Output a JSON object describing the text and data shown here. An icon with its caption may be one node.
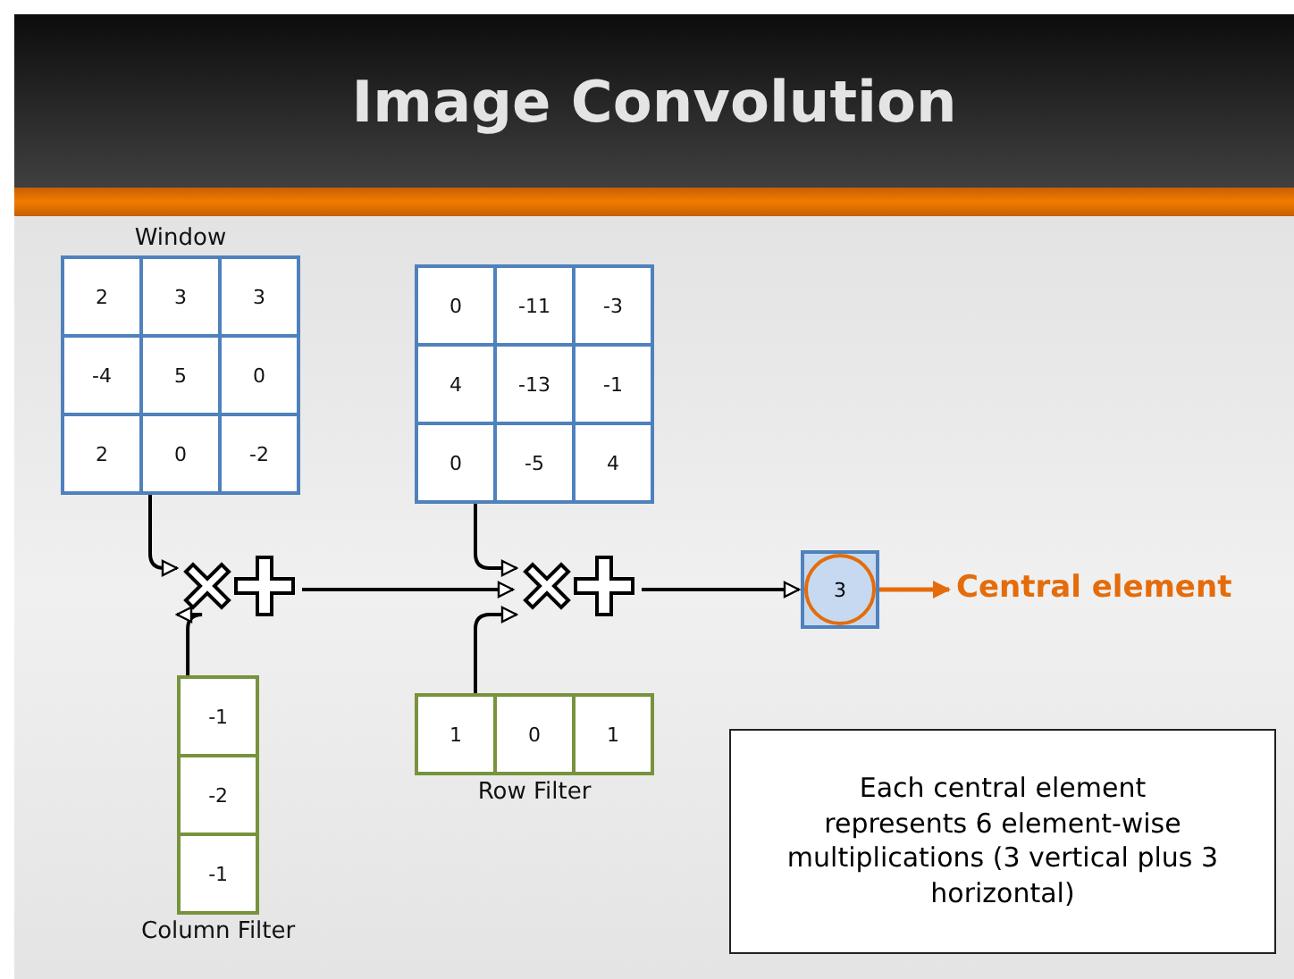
{
  "diagram": {
    "title": "Image Convolution",
    "nodes": [
      {
        "text": [
          "Window"
        ]
      },
      {
        "text": [
          "2"
        ],
        "in": 0
      },
      {
        "text": [
          "3"
        ],
        "in": 0
      },
      {
        "text": [
          "3"
        ],
        "in": 0
      },
      {
        "text": [
          "-4"
        ],
        "in": 0
      },
      {
        "text": [
          "5"
        ],
        "in": 0
      },
      {
        "text": [
          "0"
        ],
        "in": 0
      },
      {
        "text": [
          "2"
        ],
        "in": 0
      },
      {
        "text": [
          "0"
        ],
        "in": 0
      },
      {
        "text": [
          "-2"
        ],
        "in": 0
      },
      {
        "text": [],
        "shape": "box"
      },
      {
        "text": [
          "0"
        ],
        "in": 10
      },
      {
        "text": [
          "-11"
        ],
        "in": 10
      },
      {
        "text": [
          "-3"
        ],
        "in": 10
      },
      {
        "text": [
          "4"
        ],
        "in": 10
      },
      {
        "text": [
          "-13"
        ],
        "in": 10
      },
      {
        "text": [
          "-1"
        ],
        "in": 10
      },
      {
        "text": [
          "0"
        ],
        "in": 10
      },
      {
        "text": [
          "-5"
        ],
        "in": 10
      },
      {
        "text": [
          "4"
        ],
        "in": 10
      },
      {
        "text": [],
        "shape": "picture"
      },
      {
        "text": [],
        "shape": "picture"
      },
      {
        "text": [
          "3"
        ]
      },
      {
        "text": [
          "Central element"
        ]
      },
      {
        "text": [
          "Column Filter"
        ]
      },
      {
        "text": [
          "-1"
        ],
        "in": 24
      },
      {
        "text": [
          "-2"
        ],
        "in": 24
      },
      {
        "text": [
          "-1"
        ],
        "in": 24
      },
      {
        "text": [
          "Row Filter"
        ]
      },
      {
        "text": [
          "1"
        ],
        "in": 28
      },
      {
        "text": [
          "0"
        ],
        "in": 28
      },
      {
        "text": [
          "1"
        ],
        "in": 28
      },
      {
        "text": [
          "Each central element represents 6 element-wise multiplications (3 vertical plus 3 horizontal)"
        ]
      }
    ],
    "edges": [
      {
        "from": 0,
        "to": 20,
        "arrow": "to"
      },
      {
        "from": 24,
        "to": 20,
        "arrow": "to"
      },
      {
        "from": 20,
        "to": 21,
        "arrow": "to"
      },
      {
        "from": 10,
        "to": 21,
        "arrow": "to"
      },
      {
        "from": 28,
        "to": 21,
        "arrow": "to"
      },
      {
        "from": 21,
        "to": 22,
        "arrow": "to"
      },
      {
        "from": 22,
        "to": 23,
        "arrow": "to",
        "color": "#e46c0a"
      }
    ]
  }
}
